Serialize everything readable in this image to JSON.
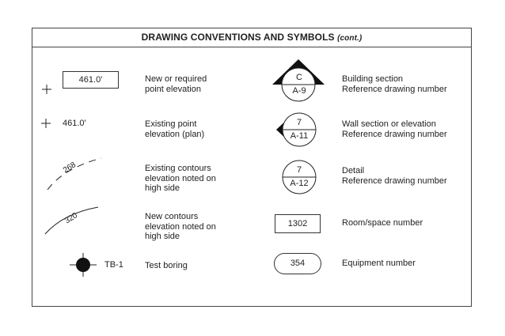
{
  "title": {
    "main": "DRAWING CONVENTIONS AND SYMBOLS",
    "cont": "(cont.)"
  },
  "left": {
    "new_elevation": {
      "value": "461.0'",
      "desc": [
        "New or required",
        "point elevation"
      ]
    },
    "existing_point": {
      "value": "461.0'",
      "desc": [
        "Existing point",
        "elevation (plan)"
      ]
    },
    "existing_contours": {
      "value": "268",
      "desc": [
        "Existing contours",
        "elevation noted on",
        "high side"
      ]
    },
    "new_contours": {
      "value": "320",
      "desc": [
        "New contours",
        "elevation noted on",
        "high side"
      ]
    },
    "test_boring": {
      "label": "TB-1",
      "desc": [
        "Test boring"
      ]
    }
  },
  "right": {
    "building_section": {
      "top": "C",
      "bottom": "A-9",
      "desc": [
        "Building section",
        "Reference drawing number"
      ]
    },
    "wall_section": {
      "top": "7",
      "bottom": "A-11",
      "desc": [
        "Wall section or elevation",
        "Reference drawing number"
      ]
    },
    "detail": {
      "top": "7",
      "bottom": "A-12",
      "desc": [
        "Detail",
        "Reference drawing number"
      ]
    },
    "room": {
      "value": "1302",
      "desc": [
        "Room/space number"
      ]
    },
    "equipment": {
      "value": "354",
      "desc": [
        "Equipment number"
      ]
    }
  }
}
